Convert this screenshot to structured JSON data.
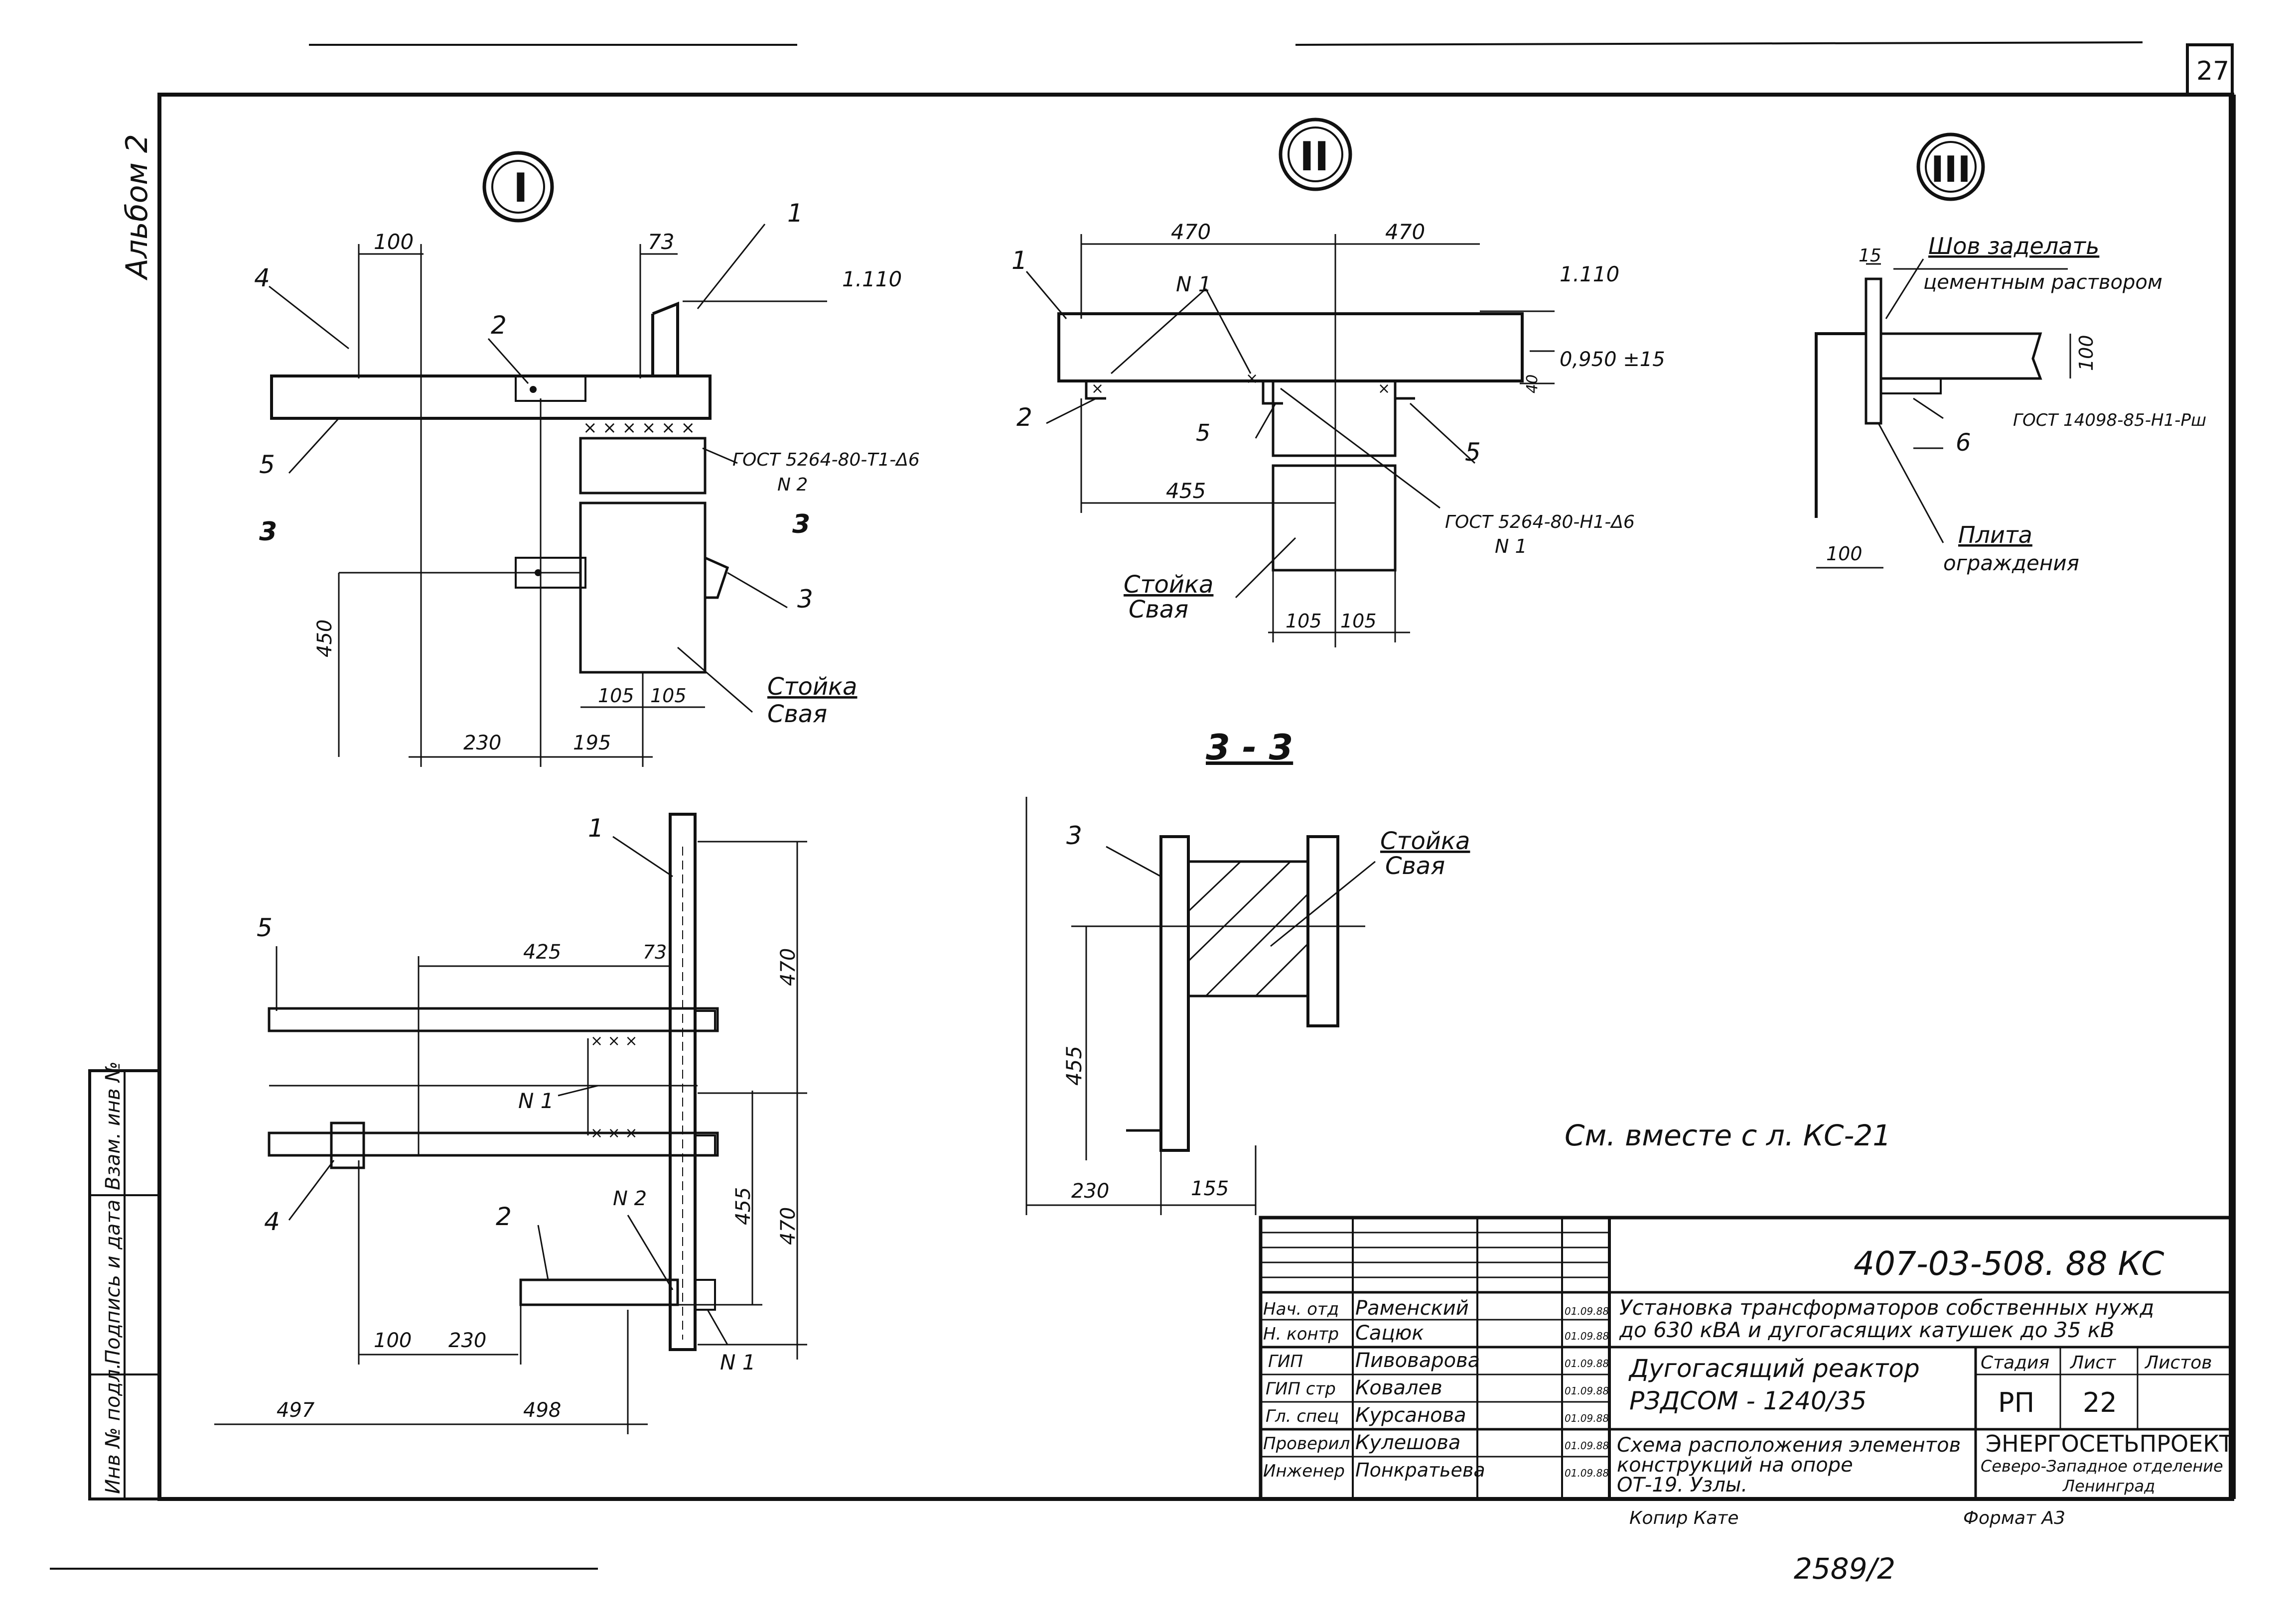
{
  "sheet": {
    "page_number": "27",
    "album_label": "Альбом 2",
    "format": "Формат А3",
    "copied": "Копир Кате",
    "inventory": "2589/2",
    "see_also": "См. вместе с л. КС-21"
  },
  "left_strip": {
    "inv_podl": "Инв № подл.",
    "podpis_data": "Подпись и дата",
    "vzam_inv": "Взам. инв №"
  },
  "detail_I": {
    "marker": "I",
    "dim_100": "100",
    "dim_73": "73",
    "elev": "1.110",
    "gost": "ГОСТ 5264-80-Т1-Δ6",
    "n2": "N 2",
    "section": "3",
    "dim_450": "450",
    "dim_105a": "105",
    "dim_105b": "105",
    "stoika": "Стойка",
    "svaya": "Свая",
    "dim_230": "230",
    "dim_195": "195",
    "pos1": "1",
    "pos2": "2",
    "pos3": "3",
    "pos4": "4",
    "pos5": "5"
  },
  "detail_II": {
    "marker": "II",
    "dim_470a": "470",
    "dim_470b": "470",
    "elev1": "1.110",
    "elev2": "0,950 ±15",
    "dim_40": "40",
    "n1": "N 1",
    "dim_455": "455",
    "gost": "ГОСТ 5264-80-Н1-Δ6",
    "n1b": "N 1",
    "stoika": "Стойка",
    "svaya": "Свая",
    "dim_105a": "105",
    "dim_105b": "105",
    "pos1": "1",
    "pos2": "2",
    "pos5a": "5",
    "pos5b": "5"
  },
  "detail_III": {
    "marker": "III",
    "dim_15": "15",
    "note1": "Шов заделать",
    "note2": "цементным раствором",
    "dim_100v": "100",
    "gost": "ГОСТ 14098-85-Н1-Рш",
    "pos6": "6",
    "plita1": "Плита",
    "plita2": "ограждения",
    "dim_100": "100"
  },
  "section_33": {
    "title": "3 - 3",
    "pos3": "3",
    "stoika": "Стойка",
    "svaya": "Свая",
    "dim_455": "455",
    "dim_230": "230",
    "dim_155": "155"
  },
  "plan": {
    "pos1": "1",
    "pos2": "2",
    "pos4": "4",
    "pos5": "5",
    "dim_425": "425",
    "dim_73": "73",
    "dim_470a": "470",
    "dim_470b": "470",
    "dim_455": "455",
    "n1a": "N 1",
    "n1b": "N 1",
    "n2": "N 2",
    "dim_100": "100",
    "dim_230": "230",
    "dim_497": "497",
    "dim_498": "498"
  },
  "title_block": {
    "code": "407-03-508. 88 КС",
    "title_line1": "Установка трансформаторов собственных нужд",
    "title_line2": "до 630 кВА и дугогасящих катушек до 35 кВ",
    "subtitle_line1": "Дугогасящий реактор",
    "subtitle_line2": "РЗДСОМ - 1240/35",
    "desc_line1": "Схема расположения элементов",
    "desc_line2": "конструкций на опоре",
    "desc_line3": "ОТ-19. Узлы.",
    "stage_label": "Стадия",
    "sheet_label": "Лист",
    "sheets_label": "Листов",
    "stage": "РП",
    "sheet_no": "22",
    "org1": "ЭНЕРГОСЕТЬПРОЕКТ",
    "org2": "Северо-Западное отделение",
    "org3": "Ленинград",
    "people": [
      {
        "role": "Нач. отд",
        "name": "Раменский",
        "date": "01.09.88"
      },
      {
        "role": "Н. контр",
        "name": "Сацюк",
        "date": "01.09.88"
      },
      {
        "role": "ГИП",
        "name": "Пивоварова",
        "date": "01.09.88"
      },
      {
        "role": "ГИП стр",
        "name": "Ковалев",
        "date": "01.09.88"
      },
      {
        "role": "Гл. спец",
        "name": "Курсанова",
        "date": "01.09.88"
      },
      {
        "role": "Проверил",
        "name": "Кулешова",
        "date": "01.09.88"
      },
      {
        "role": "Инженер",
        "name": "Понкратьева",
        "date": "01.09.88"
      }
    ]
  }
}
